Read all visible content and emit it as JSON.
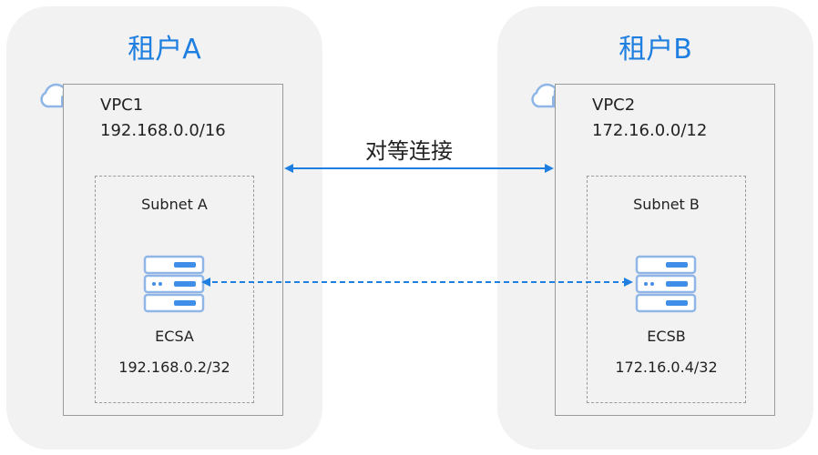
{
  "tenants": [
    {
      "title": "租户A",
      "vpc": {
        "name": "VPC1",
        "cidr": "192.168.0.0/16"
      },
      "subnet": {
        "name": "Subnet A"
      },
      "ecs": {
        "name": "ECSA",
        "ip": "192.168.0.2/32"
      }
    },
    {
      "title": "租户B",
      "vpc": {
        "name": "VPC2",
        "cidr": "172.16.0.0/12"
      },
      "subnet": {
        "name": "Subnet B"
      },
      "ecs": {
        "name": "ECSB",
        "ip": "172.16.0.4/32"
      }
    }
  ],
  "peering": {
    "label": "对等连接"
  },
  "colors": {
    "accent": "#1f7fe0",
    "tenant_bg": "#f2f2f2",
    "border": "#9a9a9a",
    "icon_stroke": "#8fb6e6",
    "icon_fill": "#3f8ee8"
  },
  "icons": {
    "vpc": "cloud-lock-icon",
    "ecs": "server-icon"
  }
}
